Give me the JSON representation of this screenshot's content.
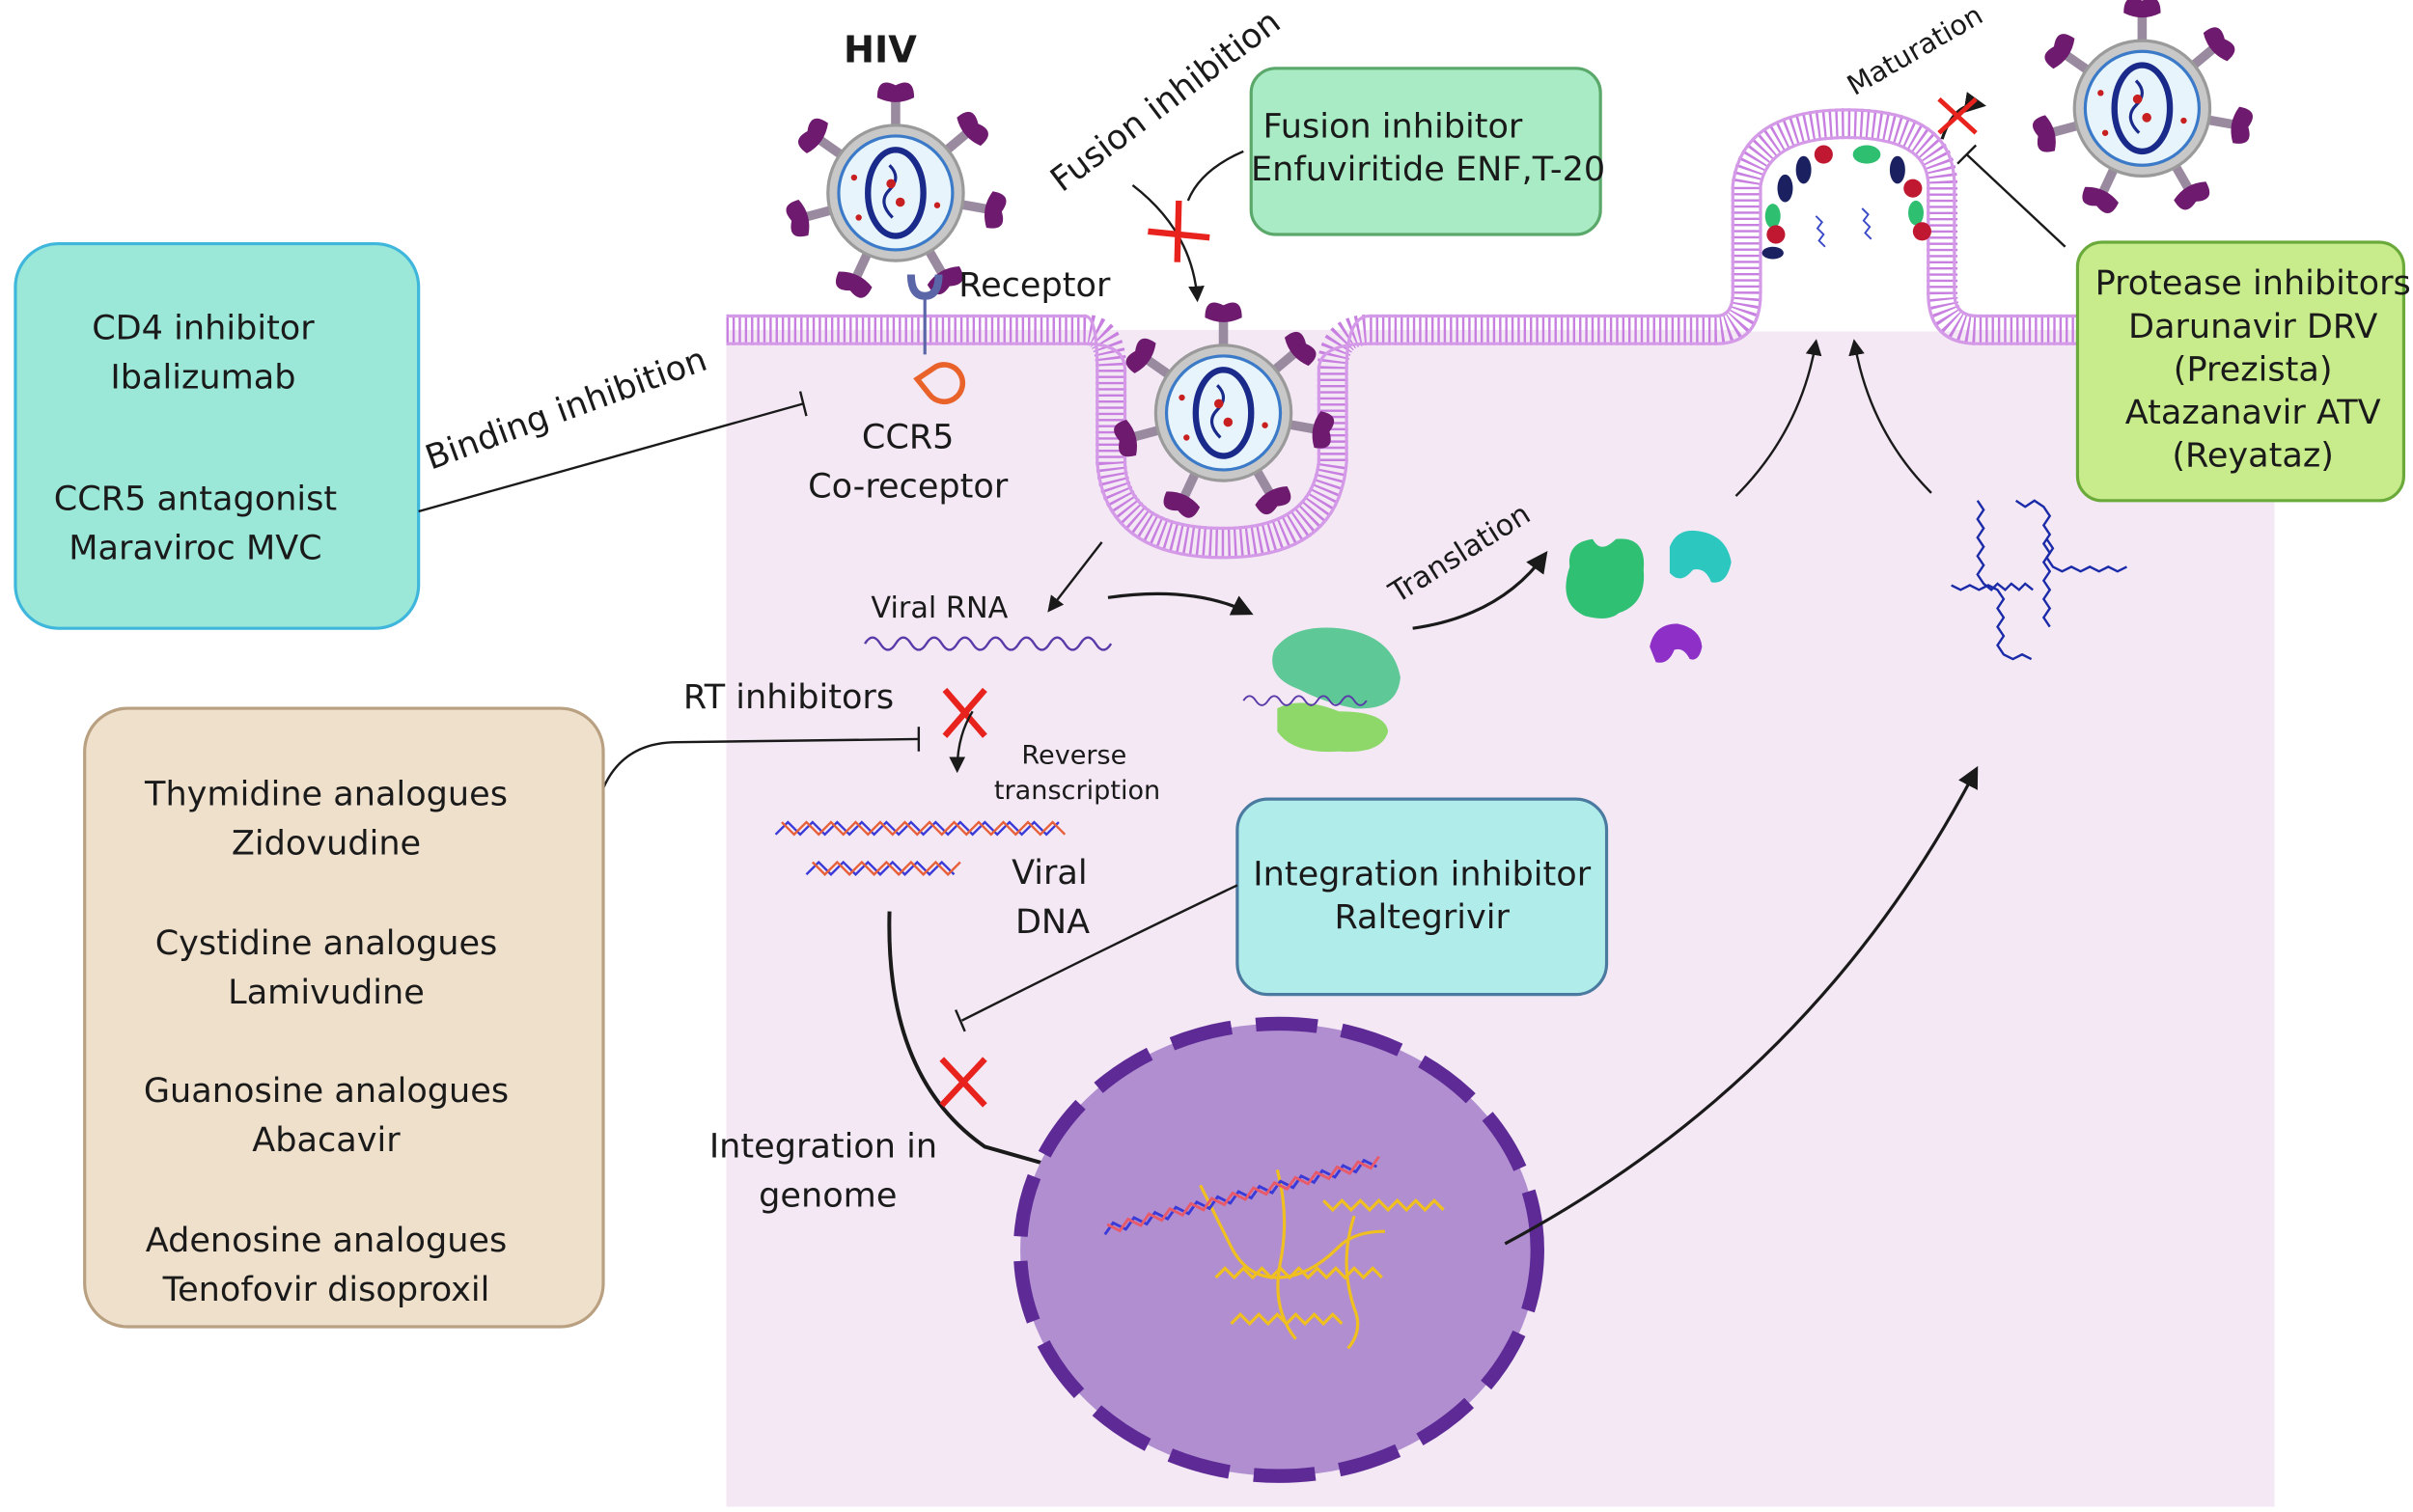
{
  "figure": {
    "title": "HIV",
    "colors": {
      "cytoplasm": "#f3e8f4",
      "membrane": "#cf8fe6",
      "nucleus_fill": "#b08ed0",
      "nucleus_border": "#5d2a96",
      "inhibit_x": "#e8231d",
      "spike": "#6e1a6e",
      "ccr5": "#e8622a",
      "receptor": "#5a66a8",
      "chromatin": "#f0c020",
      "box_cd4_fill": "#9be8d8",
      "box_cd4_border": "#3fb6dc",
      "box_fusion_fill": "#a8ebc4",
      "box_fusion_border": "#5aa86a",
      "box_protease_fill": "#c8ec8c",
      "box_protease_border": "#6aaa3a",
      "box_rt_fill": "#efe0cc",
      "box_rt_border": "#b8a080",
      "box_integration_fill": "#b0ecea",
      "box_integration_border": "#4a7aa0"
    }
  },
  "labels": {
    "receptor": "Receptor",
    "ccr5": "CCR5",
    "coreceptor": "Co-receptor",
    "binding_inhibition": "Binding inhibition",
    "fusion_inhibition": "Fusion inhibition",
    "maturation": "Maturation",
    "viral_rna": "Viral RNA",
    "translation": "Translation",
    "rt_inhibitors": "RT inhibitors",
    "reverse": "Reverse",
    "transcription": "transcription",
    "viral": "Viral",
    "dna": "DNA",
    "integration_in": "Integration in",
    "genome": "genome"
  },
  "boxes": {
    "entry": {
      "lines": [
        "CD4 inhibitor",
        "Ibalizumab",
        "",
        "CCR5 antagonist",
        "Maraviroc MVC"
      ]
    },
    "fusion": {
      "lines": [
        "Fusion inhibitor",
        "Enfuviritide ENF,T-20"
      ]
    },
    "protease": {
      "lines": [
        "Protease inhibitors",
        "Darunavir DRV",
        "(Prezista)",
        "Atazanavir ATV",
        "(Reyataz)"
      ]
    },
    "rt": {
      "lines": [
        "Thymidine analogues",
        "Zidovudine",
        "",
        "Cystidine analogues",
        "Lamivudine",
        "",
        "Guanosine analogues",
        "Abacavir",
        "",
        "Adenosine analogues",
        "Tenofovir disoproxil"
      ]
    },
    "integration": {
      "lines": [
        "Integration inhibitor",
        "Raltegrivir"
      ]
    }
  }
}
